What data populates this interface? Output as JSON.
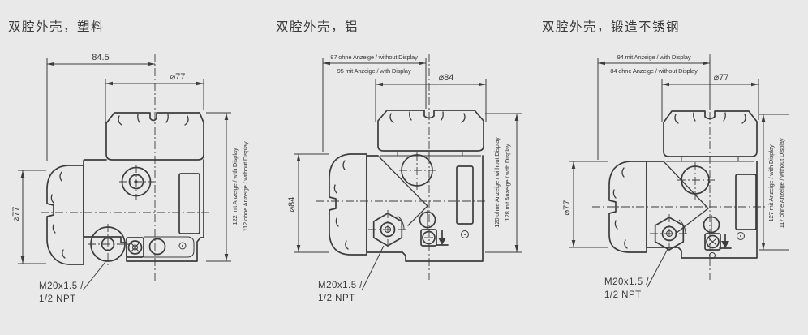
{
  "colors": {
    "background": "#e9e9e9",
    "line": "#3c3c3c",
    "text": "#3a3a3a"
  },
  "panels": [
    {
      "id": "plastic",
      "title": "双腔外壳，塑料",
      "top_dims": [
        "84.5"
      ],
      "cap_diameter": "⌀77",
      "side_diameter": "⌀77",
      "height_dims": [
        "122 mit Anzeige / with Display",
        "112 ohne Anzeige / without Display"
      ],
      "conduit_label": [
        "M20x1.5 /",
        "1/2 NPT"
      ]
    },
    {
      "id": "aluminum",
      "title": "双腔外壳，铝",
      "top_dims": [
        "87 ohne Anzeige / without Display",
        "95 mit Anzeige / with Display"
      ],
      "cap_diameter": "⌀84",
      "side_diameter": "⌀84",
      "height_dims": [
        "120 ohne Anzeige / without Display",
        "128 mit Anzeige / with Display"
      ],
      "conduit_label": [
        "M20x1.5 /",
        "1/2 NPT"
      ]
    },
    {
      "id": "stainless",
      "title": "双腔外壳，锻造不锈钢",
      "top_dims": [
        "94 mit Anzeige / with Display",
        "84 ohne Anzeige / without Display"
      ],
      "cap_diameter": "⌀77",
      "side_diameter": "⌀77",
      "height_dims": [
        "127 mit Anzeige / with Display",
        "117 ohne Anzeige / without Display"
      ],
      "conduit_label": [
        "M20x1.5 /",
        "1/2 NPT"
      ]
    }
  ]
}
